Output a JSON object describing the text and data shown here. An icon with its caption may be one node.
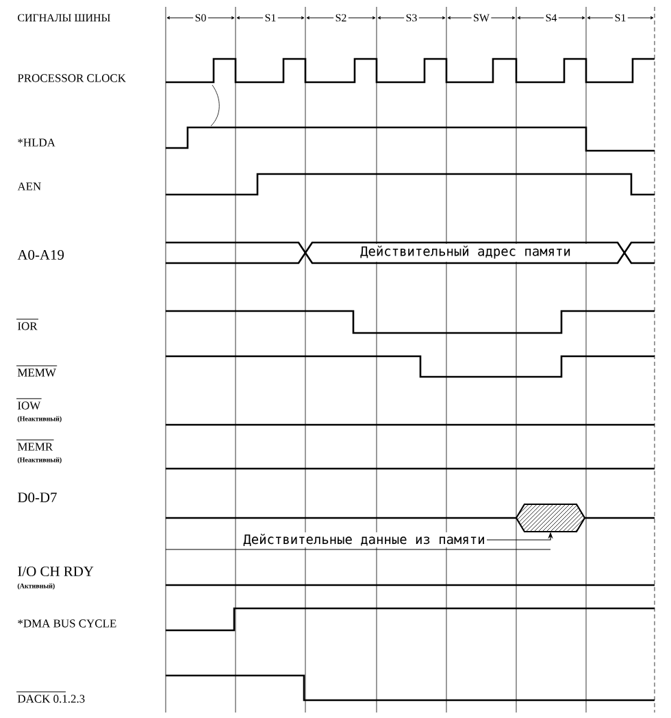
{
  "diagram": {
    "nodes": [
      {
        "text": [
          "Действительные данные из памяти"
        ]
      },
      {
        "text": [],
        "shape": "hexagon"
      }
    ],
    "edges": [
      {
        "from": 0,
        "to": 1,
        "arrow": "to"
      }
    ],
    "labels": [
      "СИГНАЛЫ ШИНЫ",
      "S0",
      "S1",
      "S2",
      "S3",
      "SW",
      "S4",
      "S1",
      "PROCESSOR CLOCK",
      "*HLDA",
      "AEN",
      "A0-A19",
      "Действительный адрес памяти",
      "IOR",
      "MEMW",
      "IOW",
      "(Неактивный)",
      "MEMR",
      "(Неактивный)",
      "D0-D7",
      "I/O CH RDY",
      "(Активный)",
      "*DMA BUS CYCLE",
      "DACK 0.1.2.3"
    ]
  }
}
